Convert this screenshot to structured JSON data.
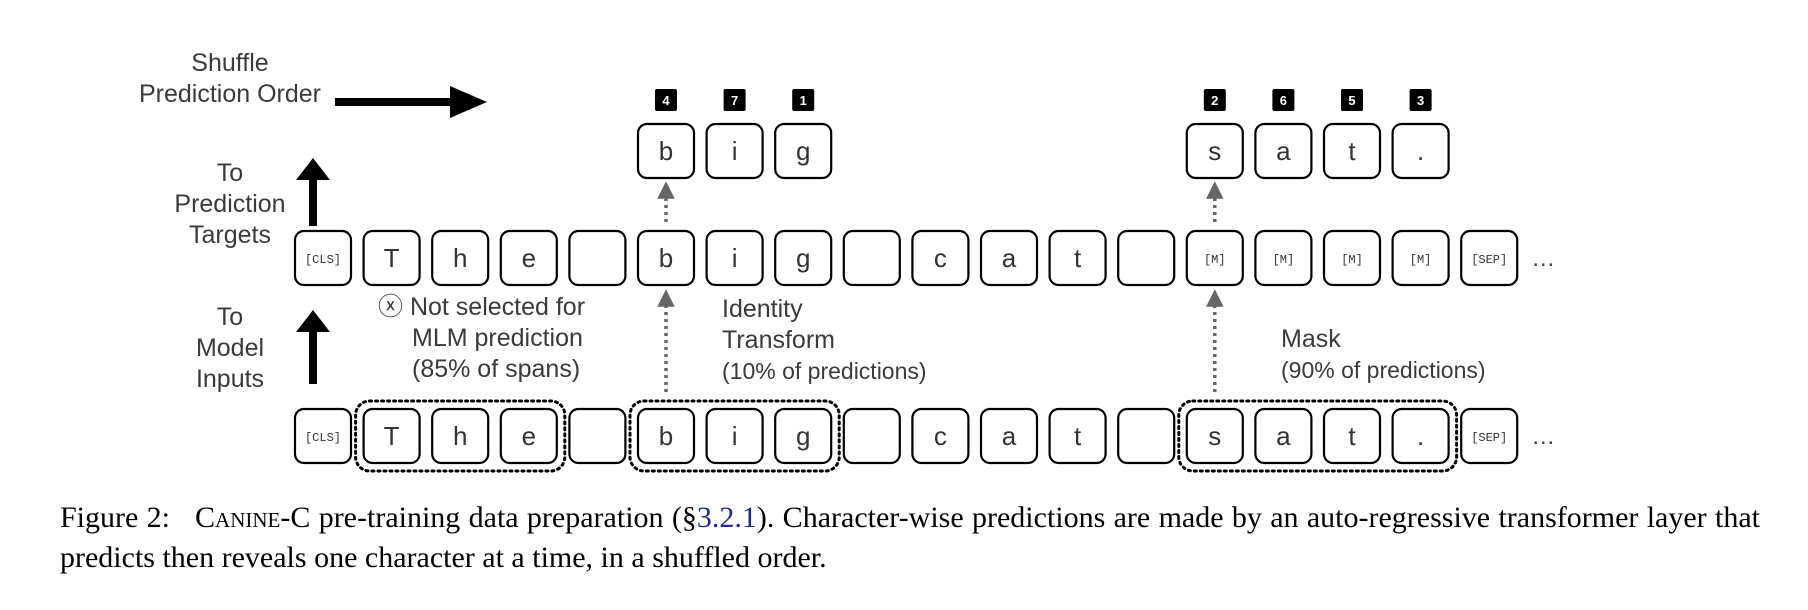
{
  "labels": {
    "shuffle": [
      "Shuffle",
      "Prediction Order"
    ],
    "to_targets": [
      "To",
      "Prediction",
      "Targets"
    ],
    "to_inputs": [
      "To",
      "Model",
      "Inputs"
    ],
    "not_selected": [
      "ⓧ Not selected for",
      "MLM prediction",
      "(85% of spans)"
    ],
    "identity": [
      "Identity",
      "Transform",
      "(10% of predictions)"
    ],
    "mask": [
      "Mask",
      "(90% of predictions)"
    ]
  },
  "input_tokens": [
    "[CLS]",
    "T",
    "h",
    "e",
    "",
    "b",
    "i",
    "g",
    "",
    "c",
    "a",
    "t",
    "",
    "s",
    "a",
    "t",
    ".",
    "[SEP]"
  ],
  "model_tokens": [
    "[CLS]",
    "T",
    "h",
    "e",
    "",
    "b",
    "i",
    "g",
    "",
    "c",
    "a",
    "t",
    "",
    "[M]",
    "[M]",
    "[M]",
    "[M]",
    "[SEP]"
  ],
  "ellipsis": "…",
  "targets_left": [
    "b",
    "i",
    "g"
  ],
  "order_left": [
    "4",
    "7",
    "1"
  ],
  "targets_right": [
    "s",
    "a",
    "t",
    "."
  ],
  "order_right": [
    "2",
    "6",
    "5",
    "3"
  ],
  "caption": {
    "figure": "Figure 2:",
    "name_c": "C",
    "name_rest": "anine",
    "name_suffix": "-C",
    "text_a": " pre-training data preparation (§",
    "ref": "3.2.1",
    "text_b": ").  Character-wise predictions are made by an auto-regressive transformer layer that predicts then reveals one character at a time, in a shuffled order."
  }
}
